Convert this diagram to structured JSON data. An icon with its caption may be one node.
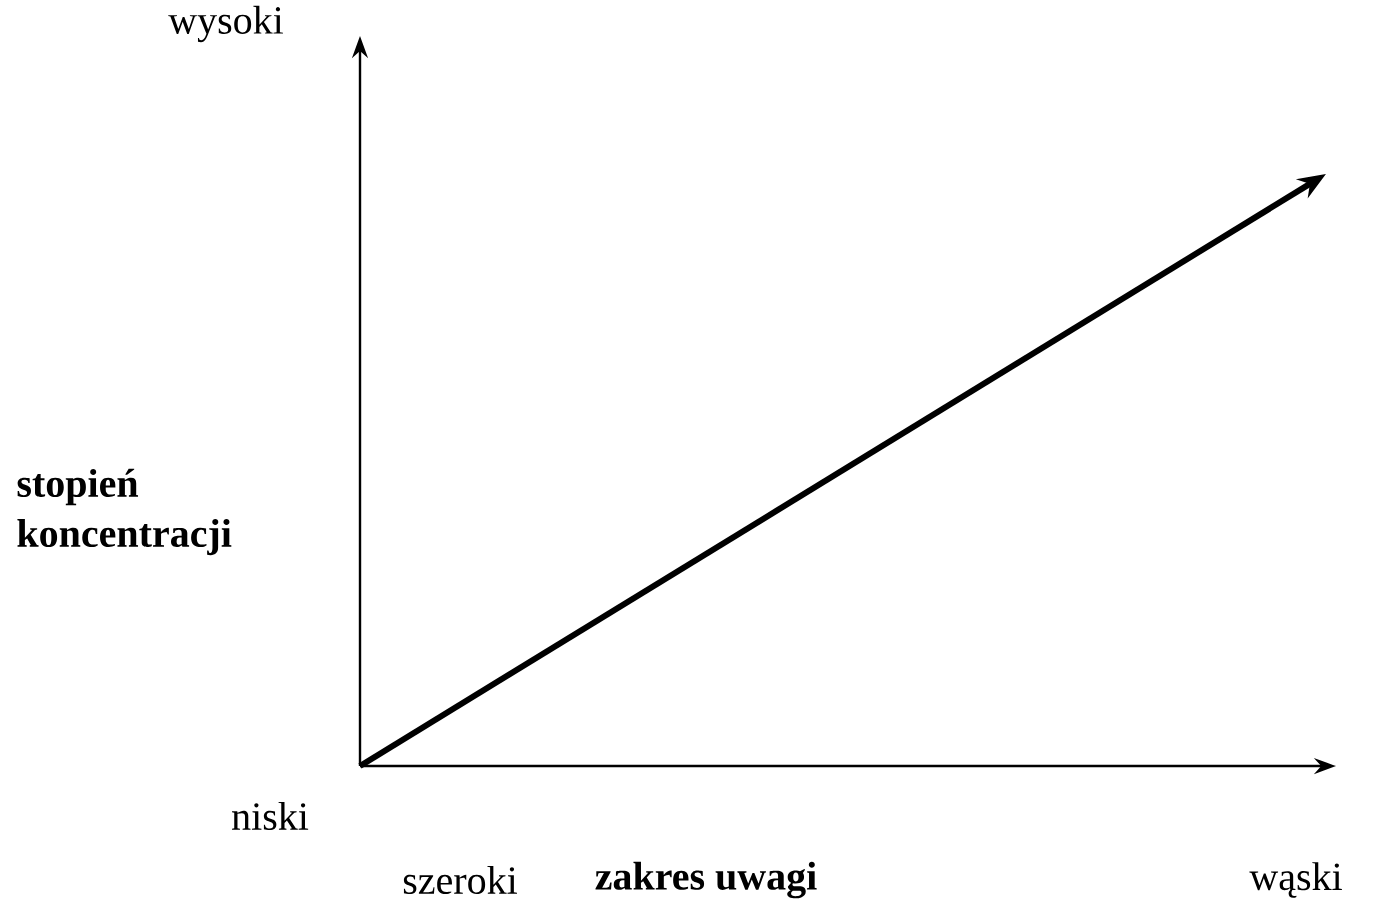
{
  "diagram": {
    "labels": [
      "wysoki",
      "stopień koncentracji",
      "niski",
      "szeroki",
      "zakres uwagi",
      "wąski"
    ]
  }
}
